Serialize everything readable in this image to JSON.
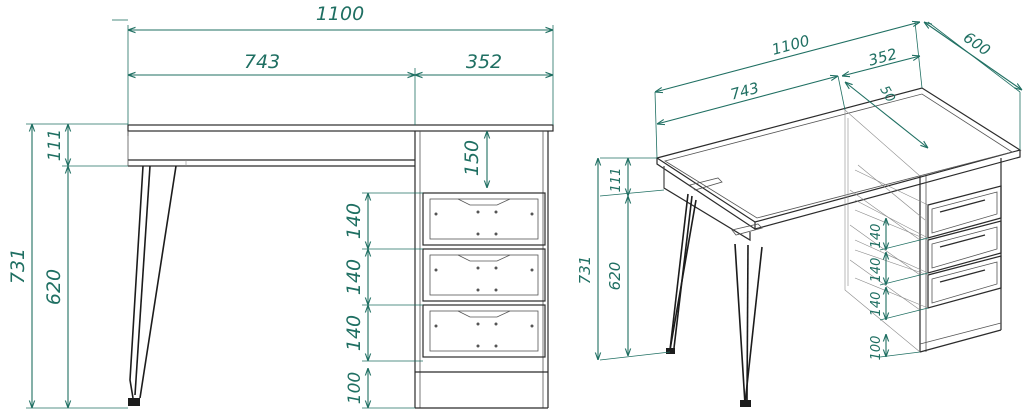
{
  "front_view": {
    "width_total": "1100",
    "width_desk": "743",
    "width_cabinet": "352",
    "height_total": "731",
    "height_top": "111",
    "height_legs": "620",
    "shelf_height": "150",
    "drawer_1": "140",
    "drawer_2": "140",
    "drawer_3": "140",
    "plinth": "100"
  },
  "iso_view": {
    "width_total": "1100",
    "depth": "600",
    "width_desk": "743",
    "width_cabinet": "352",
    "shelf_depth": "50",
    "height_total": "731",
    "height_top": "111",
    "height_legs": "620",
    "drawer_1": "140",
    "drawer_2": "140",
    "drawer_3": "140",
    "plinth": "100"
  },
  "colors": {
    "dimension": "#1f6f62",
    "outline": "#2b2b2b"
  }
}
